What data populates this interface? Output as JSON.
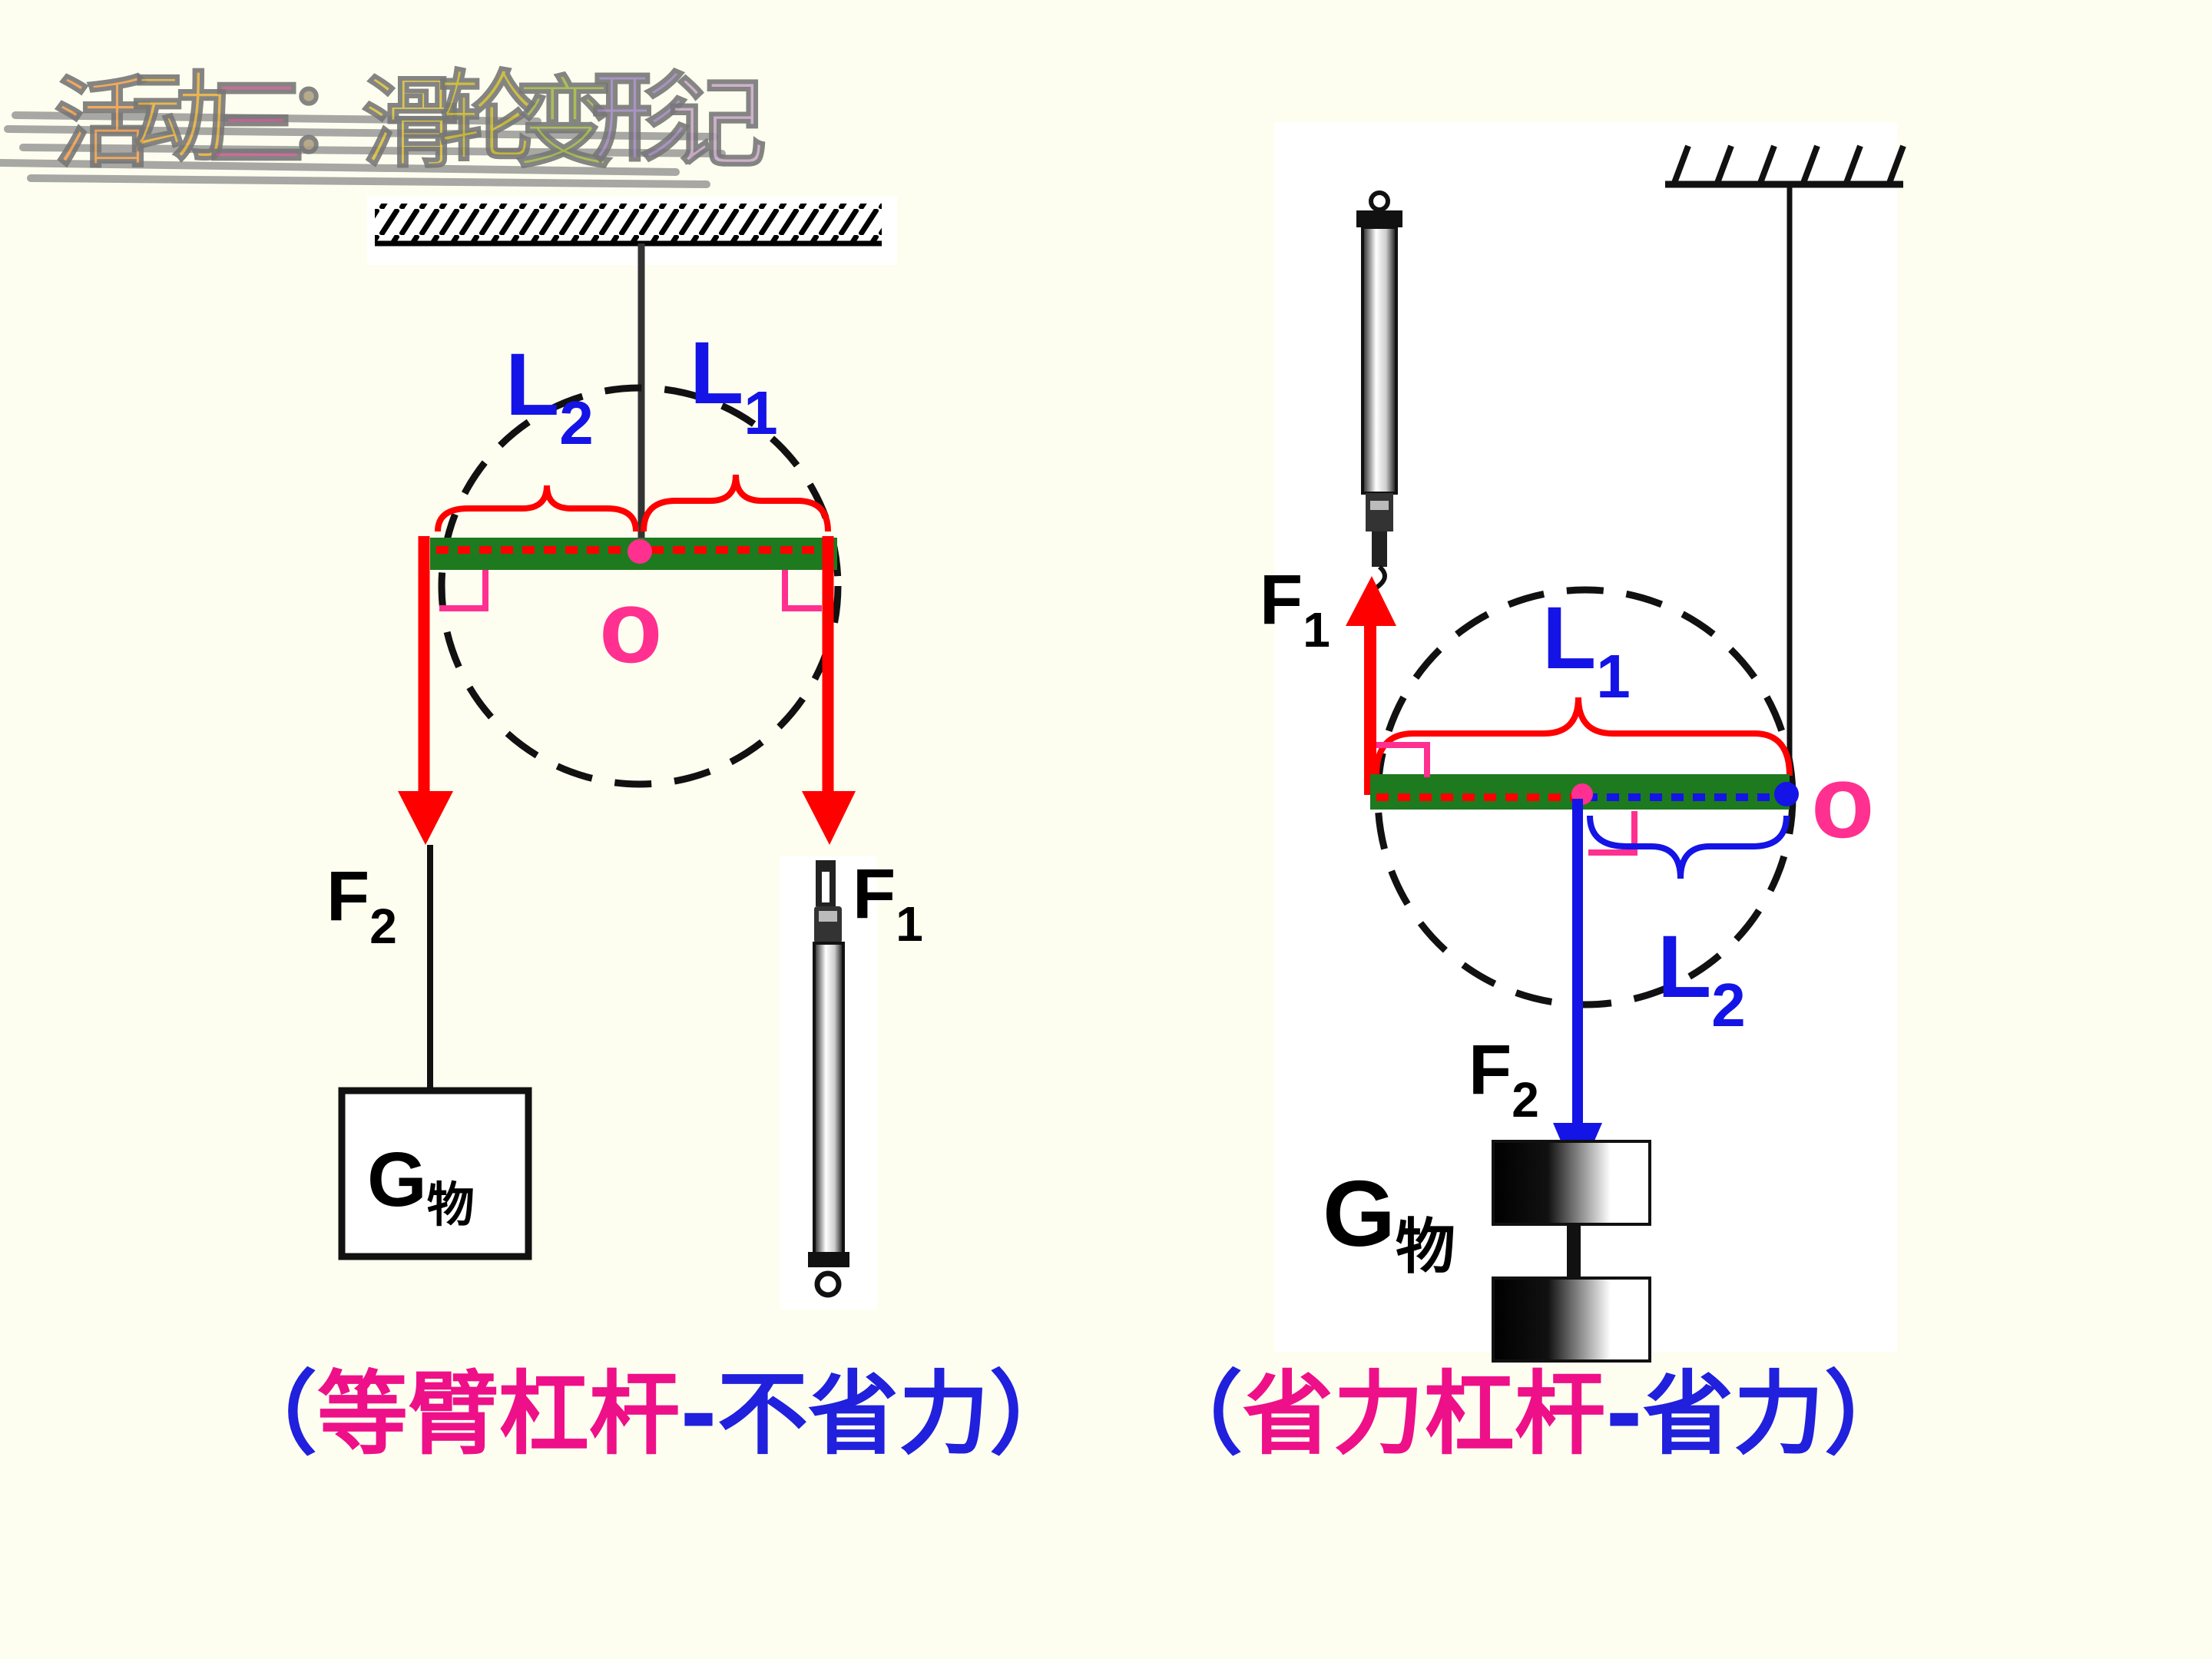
{
  "title": {
    "chars": [
      "活",
      "动",
      "三",
      "：",
      "滑",
      "轮",
      "变",
      "形",
      "记"
    ],
    "colors": [
      "#f0a050",
      "#e5b040",
      "#c06090",
      "#b0a080",
      "#d8c040",
      "#c8b830",
      "#a0b848",
      "#a088c0",
      "#c8a8c8"
    ]
  },
  "left_diagram": {
    "label_L1": "L",
    "label_L1_sub": "1",
    "label_L2": "L",
    "label_L2_sub": "2",
    "label_O": "o",
    "label_F1": "F",
    "label_F1_sub": "1",
    "label_F2": "F",
    "label_F2_sub": "2",
    "weight_G": "G",
    "weight_sub": "物"
  },
  "right_diagram": {
    "label_L1": "L",
    "label_L1_sub": "1",
    "label_L2": "L",
    "label_L2_sub": "2",
    "label_O": "o",
    "label_F1": "F",
    "label_F1_sub": "1",
    "label_F2": "F",
    "label_F2_sub": "2",
    "weight_G": "G",
    "weight_sub": "物"
  },
  "captions": {
    "left_open": "（",
    "left_a": "等臂杠杆",
    "left_b": "-不省力",
    "left_close": "）",
    "right_open": "（",
    "right_a": "省力杠杆",
    "right_b": "-省力",
    "right_close": "）"
  },
  "colors": {
    "background": "#fefef0",
    "force_red": "#ff0000",
    "lever_green": "#1e7a1e",
    "pink": "#ff3090",
    "blue": "#1414e6",
    "caption_magenta": "#ee1088",
    "caption_blue": "#2020dd"
  }
}
